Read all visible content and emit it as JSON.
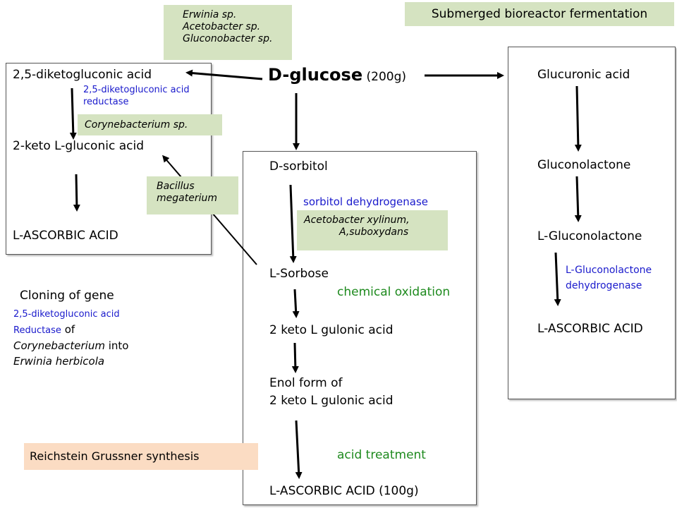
{
  "title_box": "Submerged bioreactor fermentation",
  "organisms_top": [
    "Erwinia sp.",
    "Acetobacter sp.",
    "Gluconobacter sp."
  ],
  "center": {
    "glucose": "D-glucose",
    "glucose_amount": "(200g)"
  },
  "left_path": {
    "step1": "2,5-diketogluconic acid",
    "enzyme": [
      "2,5-diketogluconic acid",
      "reductase"
    ],
    "organism": "Corynebacterium sp.",
    "step2": "2-keto L-gluconic acid",
    "step3": "L-ASCORBIC ACID"
  },
  "bacillus": [
    "Bacillus",
    "megaterium"
  ],
  "middle_path": {
    "step1": "D-sorbitol",
    "enzyme": "sorbitol dehydrogenase",
    "organisms": [
      "Acetobacter xylinum,",
      "A,suboxydans"
    ],
    "step2": "L-Sorbose",
    "chem_ox": "chemical oxidation",
    "step3": "2 keto L gulonic acid",
    "step4": [
      "Enol form of",
      "2 keto L gulonic acid"
    ],
    "acid": "acid treatment",
    "step5": "L-ASCORBIC ACID (100g)"
  },
  "right_path": {
    "step1": "Glucuronic acid",
    "step2": "Gluconolactone",
    "step3": "L-Gluconolactone",
    "enzyme": [
      "L-Gluconolactone",
      "dehydrogenase"
    ],
    "step4": "L-ASCORBIC ACID"
  },
  "cloning": {
    "heading": "Cloning of gene",
    "line1": "2,5-diketogluconic acid",
    "line2_a": "Reductase",
    "line2_b": " of",
    "line3_a": "Corynebacterium",
    "line3_b": " into",
    "line4": "Erwinia herbicola"
  },
  "reichstein": "Reichstein Grussner synthesis"
}
